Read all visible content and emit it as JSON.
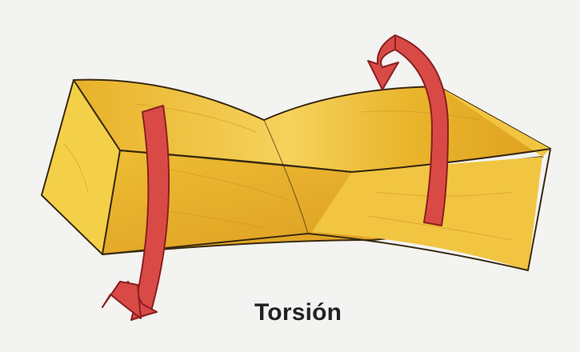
{
  "caption": "Torsión",
  "colors": {
    "background": "#f3f3f1",
    "wood_light": "#f2c94a",
    "wood_mid": "#e6ad22",
    "wood_dark": "#c98a17",
    "outline": "#3a2a10",
    "arrow_fill": "#d94a47",
    "arrow_outline": "#8a1f1f"
  },
  "icons": [
    "twisted-bar",
    "rotation-arrow-left",
    "rotation-arrow-right"
  ]
}
